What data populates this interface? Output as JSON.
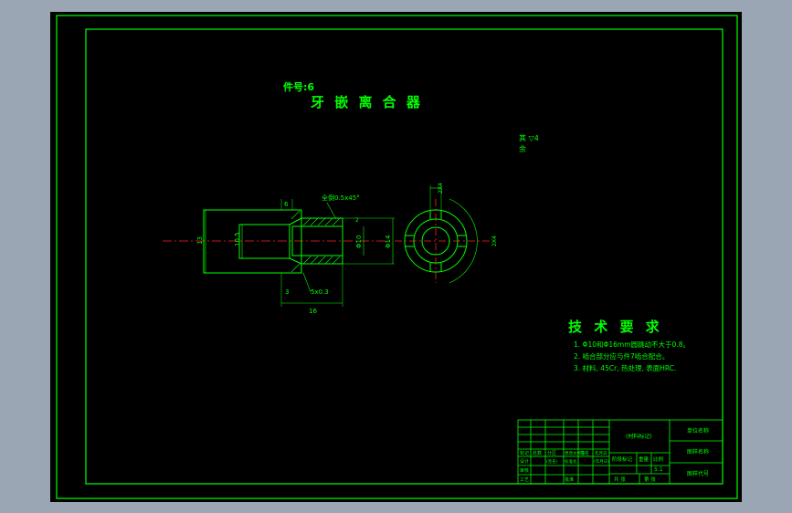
{
  "colors": {
    "frame_bg": "#9aa6b4",
    "canvas": "#000000",
    "line": "#00ff00",
    "centerline": "#ff2020",
    "dim": "#00ff00",
    "text": "#00ff00"
  },
  "header": {
    "part_number": "件号:6",
    "assembly_name": "牙 嵌 离 合 器"
  },
  "roughness": {
    "line1": "其 ▽4",
    "line2": "余"
  },
  "chamfer_note": "全倒0.5x45°",
  "dimensions": {
    "d_outer_height": "13",
    "d_inner_10": "10.5",
    "d_phi10": "Φ10",
    "d_phi14": "Φ14",
    "len_small": "6",
    "len_3": "3",
    "len_total": "16",
    "groove": "5x0.3",
    "a2": "2",
    "dim_right_top": "2X4",
    "dim_right_side": "2X4"
  },
  "tech_requirements": {
    "title": "技 术 要 求",
    "items": [
      "1. Φ10和Φ16mm圆跳动不大于0.8。",
      "2. 啮合部分应与件7啮合配合。",
      "3. 材料, 45Cr, 热处理, 表面HRC."
    ]
  },
  "title_block": {
    "material_mark": "(材料标记)",
    "unit_name": "单位名称",
    "drawing_name": "图样名称",
    "drawing_code": "图样代号",
    "stage_mark": "阶段标记",
    "weight": "重量",
    "scale": "比例",
    "scale_value": "5:1",
    "sheet_total": "共 张",
    "sheet_no": "第 张",
    "rev_cols": [
      "标记",
      "处数",
      "分区",
      "更改文件号",
      "签名",
      "年月日"
    ],
    "roles": [
      "设计",
      "审核",
      "工艺"
    ],
    "std": "(签名)",
    "date": "(年月日)",
    "std_check": "标准化",
    "approve": "批准"
  }
}
